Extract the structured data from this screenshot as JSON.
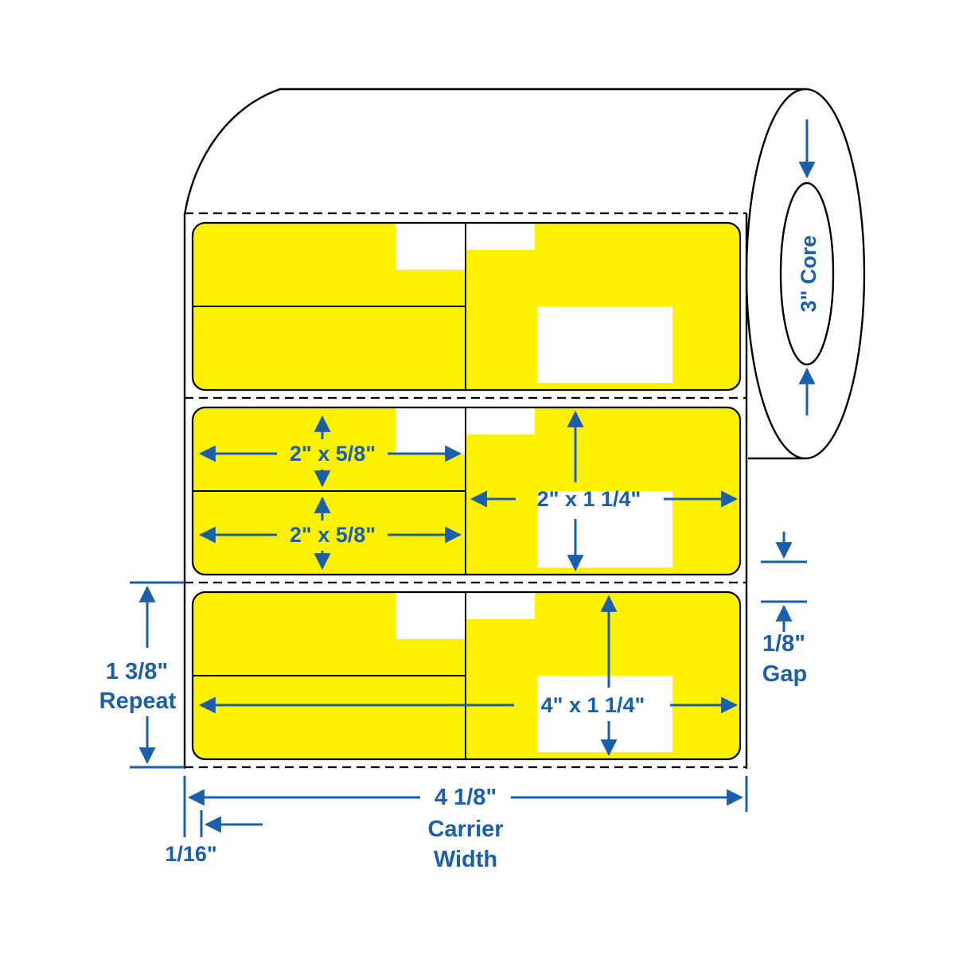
{
  "colors": {
    "label_yellow": "#FFF200",
    "dimension_blue": "#1B5FAA",
    "outline_black": "#000000",
    "background": "#FFFFFF"
  },
  "roll": {
    "core_label": "3\" Core"
  },
  "labels": {
    "row2_top_left": "2\" x 5/8\"",
    "row2_bottom_left": "2\" x 5/8\"",
    "row2_right": "2\" x 1 1/4\"",
    "row3_full": "4\" x 1 1/4\""
  },
  "dimensions": {
    "repeat_value": "1 3/8\"",
    "repeat_label": "Repeat",
    "gap_value": "1/8\"",
    "gap_label": "Gap",
    "carrier_value": "4 1/8\"",
    "carrier_label_line1": "Carrier",
    "carrier_label_line2": "Width",
    "edge_offset": "1/16\""
  }
}
